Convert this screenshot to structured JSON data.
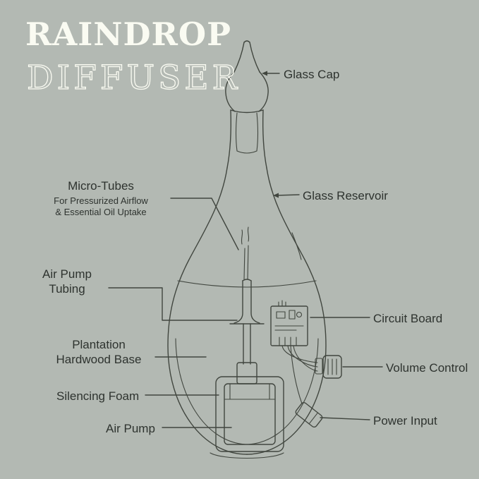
{
  "title": {
    "line1": "RAINDROP",
    "line2": "DIFFUSER"
  },
  "labels": {
    "glass_cap": "Glass Cap",
    "glass_reservoir": "Glass Reservoir",
    "micro_tubes": "Micro-Tubes",
    "micro_tubes_sub_1": "For Pressurized Airflow",
    "micro_tubes_sub_2": "& Essential Oil Uptake",
    "air_pump_tubing_1": "Air Pump",
    "air_pump_tubing_2": "Tubing",
    "plantation_base_1": "Plantation",
    "plantation_base_2": "Hardwood Base",
    "silencing_foam": "Silencing Foam",
    "air_pump": "Air Pump",
    "circuit_board": "Circuit Board",
    "volume_control": "Volume Control",
    "power_input": "Power Input"
  },
  "colors": {
    "background": "#b3b9b3",
    "line": "#41463f",
    "text": "#2e332f",
    "title": "#fafbf2"
  }
}
